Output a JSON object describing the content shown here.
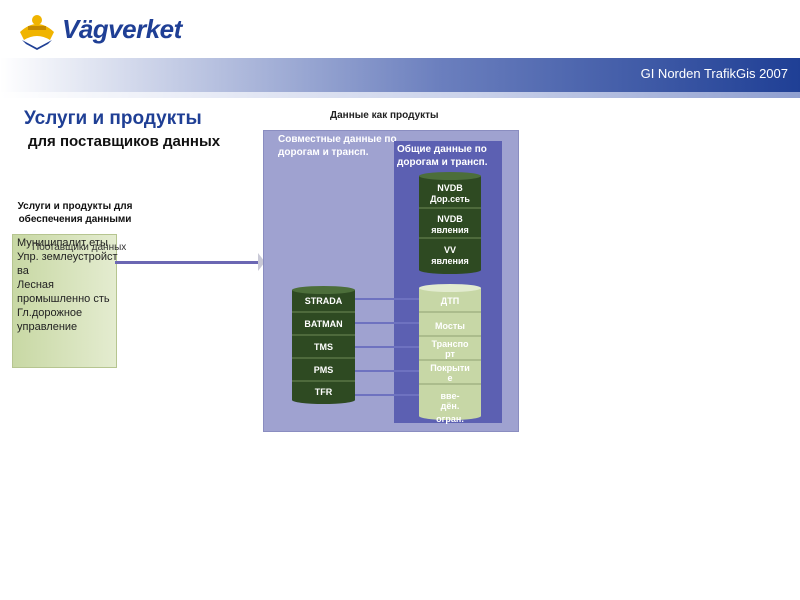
{
  "header": {
    "brand": "Vägverket",
    "conference": "GI Norden TrafikGis 2007"
  },
  "title": "Услуги и продукты",
  "subtitle": "для поставщиков данных",
  "data_products_caption": "Данные как продукты",
  "left_caption": "Услуги и продукты для обеспечения данными",
  "left_items": [
    "Муниципалит еты",
    "Упр. землеустройст ва",
    "Лесная промышленно сть",
    "Гл.дорожное управление"
  ],
  "left_overlay": "Поставщики данных",
  "panel_label": "Совместные данные по дорогам и трансп.",
  "inner_label": "Общие данные по дорогам и трансп.",
  "nvdb_cylinder": [
    "NVDB Дор.сеть",
    "NVDB явления",
    "VV явления"
  ],
  "systems_cylinder": [
    "STRADA",
    "BATMAN",
    "TMS",
    "PMS",
    "TFR"
  ],
  "themes_cylinder": [
    "ДТП",
    "Мосты",
    "Транспо рт",
    "Покрыти е",
    "вве- дён. огран."
  ],
  "colors": {
    "brand_blue": "#1f3f95",
    "panel": "#9fa2d0",
    "inner_panel": "#5c60b2",
    "dark_green": "#2e4a22",
    "pale_green": "#c7d7a6"
  }
}
